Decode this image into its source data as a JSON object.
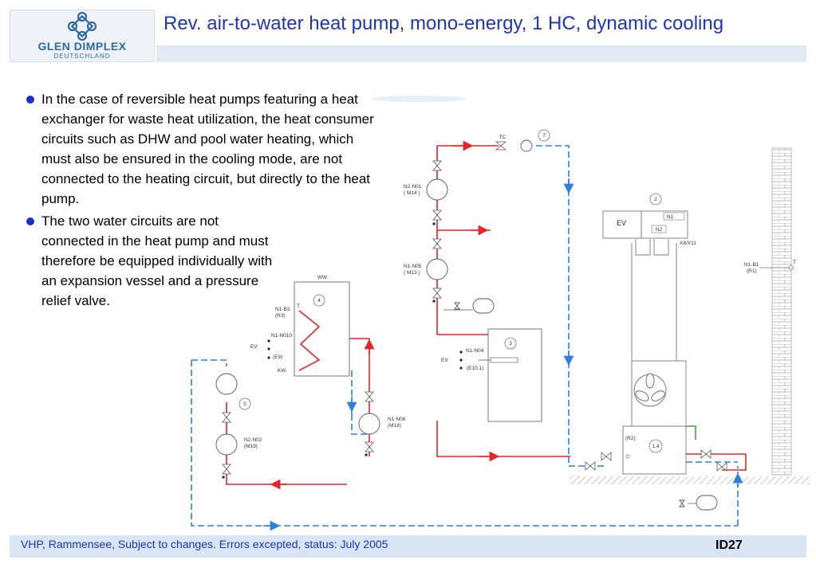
{
  "header": {
    "title": "Rev. air-to-water heat pump, mono-energy, 1 HC, dynamic cooling",
    "logo_name": "GLEN DIMPLEX",
    "logo_sub": "DEUTSCHLAND"
  },
  "bullets": [
    "In the case of reversible heat pumps featuring a heat exchanger for waste heat utilization, the heat consumer circuits such as DHW and pool water heating, which must also be ensured in the cooling mode, are not connected to the heating circuit, but directly to the heat pump.",
    "The two water circuits are not connected in the heat pump and must therefore be equipped individually with an expansion vessel and a pressure relief valve."
  ],
  "diagram": {
    "labels": {
      "tc": "TC",
      "n7": "7",
      "n2": "2",
      "ev_box": "EV",
      "n1_box": "N1",
      "n2_box": "N2",
      "x8x11": "X8/X11",
      "n2n01_a": "N2-N01",
      "n2n01_b": "( M14 )",
      "n1n05_a": "N1-N05",
      "n1n05_b": "( M13 )",
      "n1b1_a": "N1-B1",
      "n1b1_b": "(R1)",
      "t_right": "T",
      "ww": "WW",
      "n4": "4",
      "n1b3_a": "N1-B3",
      "n1b3_b": "(R3)",
      "t_tank": "T",
      "n1n010": "N1-N010",
      "ev_tank": "EV",
      "e9": "(E9)",
      "kw": "KW",
      "n3": "3",
      "n1n04": "N1-N04",
      "ev_mid": "EV",
      "e101": "(E10.1)",
      "n5": "5",
      "n1n06_a": "N1-N06",
      "n1n06_b": "(M18)",
      "n2n02_a": "N2-N02",
      "n2n02_b": "(M19)",
      "r2": "(R2)",
      "n14": "1.4"
    },
    "colors": {
      "supply": "#e8232a",
      "return": "#2f7fe0",
      "ground": "#888888"
    }
  },
  "footer": {
    "text": "VHP, Rammensee, Subject to changes. Errors excepted, status: July 2005",
    "id": "ID27"
  }
}
